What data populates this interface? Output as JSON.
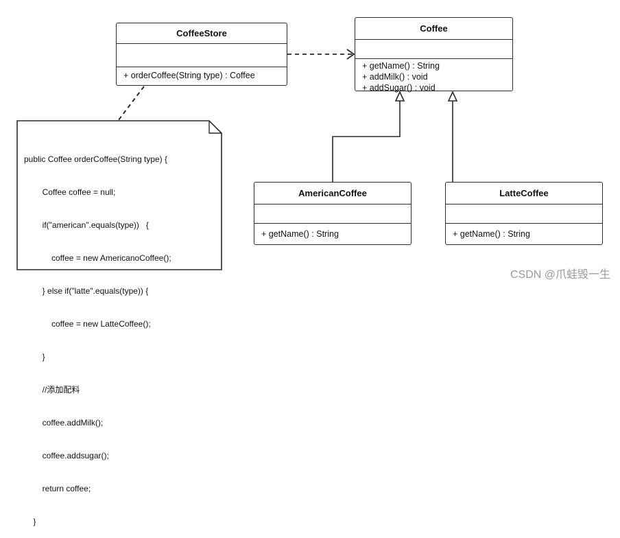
{
  "classes": {
    "coffee_store": {
      "name": "CoffeeStore",
      "operations": [
        "+ orderCoffee(String type) : Coffee"
      ]
    },
    "coffee": {
      "name": "Coffee",
      "operations": [
        "+ getName() : String",
        "+ addMilk() : void",
        "+ addSugar() : void"
      ]
    },
    "american_coffee": {
      "name": "AmericanCoffee",
      "operations": [
        "+ getName() : String"
      ]
    },
    "latte_coffee": {
      "name": "LatteCoffee",
      "operations": [
        "+ getName() : String"
      ]
    }
  },
  "note": {
    "lines": [
      "public Coffee orderCoffee(String type) {",
      "        Coffee coffee = null;",
      "        if(\"american\".equals(type))   {",
      "            coffee = new AmericanoCoffee();",
      "        } else if(\"latte\".equals(type)) {",
      "            coffee = new LatteCoffee();",
      "        }",
      "        //添加配料",
      "        coffee.addMilk();",
      "        coffee.addsugar();",
      "        return coffee;",
      "    }"
    ]
  },
  "relations": [
    {
      "from": "CoffeeStore",
      "to": "Coffee",
      "kind": "dependency"
    },
    {
      "from": "AmericanCoffee",
      "to": "Coffee",
      "kind": "generalization"
    },
    {
      "from": "LatteCoffee",
      "to": "Coffee",
      "kind": "generalization"
    },
    {
      "from": "CoffeeStore",
      "to": "note",
      "kind": "note-anchor"
    }
  ],
  "watermark": "CSDN @爪蛙毁一生"
}
